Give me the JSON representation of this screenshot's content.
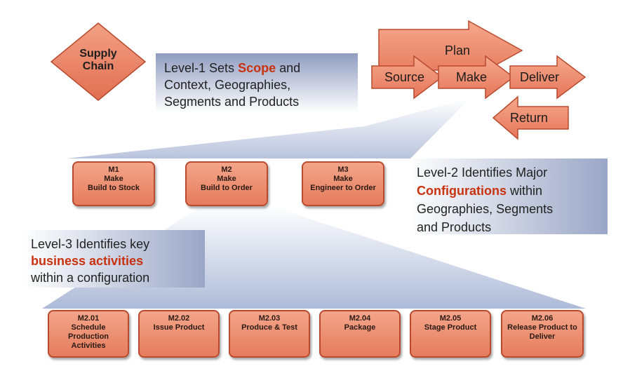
{
  "supply_chain": {
    "line1": "Supply",
    "line2": "Chain"
  },
  "process_arrows": {
    "plan": "Plan",
    "source": "Source",
    "make": "Make",
    "deliver": "Deliver",
    "return": "Return"
  },
  "level1": {
    "pre": "Level-1 Sets ",
    "highlight": "Scope",
    "post1": " and",
    "line2": "Context, Geographies,",
    "line3": "Segments and Products"
  },
  "level2": {
    "line1": "Level-2 Identifies Major",
    "highlight": "Configurations",
    "post": " within",
    "line3": "Geographies, Segments",
    "line4": "and Products"
  },
  "level3": {
    "line1": "Level-3 Identifies key",
    "highlight": "business activities",
    "line3": "within a configuration"
  },
  "configurations": [
    {
      "code": "M1",
      "l2": "Make",
      "l3": "Build to Stock"
    },
    {
      "code": "M2",
      "l2": "Make",
      "l3": "Build to Order"
    },
    {
      "code": "M3",
      "l2": "Make",
      "l3": "Engineer to Order"
    }
  ],
  "activities": [
    {
      "code": "M2.01",
      "l2": "Schedule",
      "l3": "Production",
      "l4": "Activities"
    },
    {
      "code": "M2.02",
      "l2": "Issue Product",
      "l3": "",
      "l4": ""
    },
    {
      "code": "M2.03",
      "l2": "Produce & Test",
      "l3": "",
      "l4": ""
    },
    {
      "code": "M2.04",
      "l2": "Package",
      "l3": "",
      "l4": ""
    },
    {
      "code": "M2.05",
      "l2": "Stage Product",
      "l3": "",
      "l4": ""
    },
    {
      "code": "M2.06",
      "l2": "Release Product to",
      "l3": "Deliver",
      "l4": ""
    }
  ],
  "colors": {
    "accent": "#c8320f",
    "box_fill": "#ec8c6e",
    "box_border": "#b94a2e",
    "panel": "#9aa6c6"
  }
}
